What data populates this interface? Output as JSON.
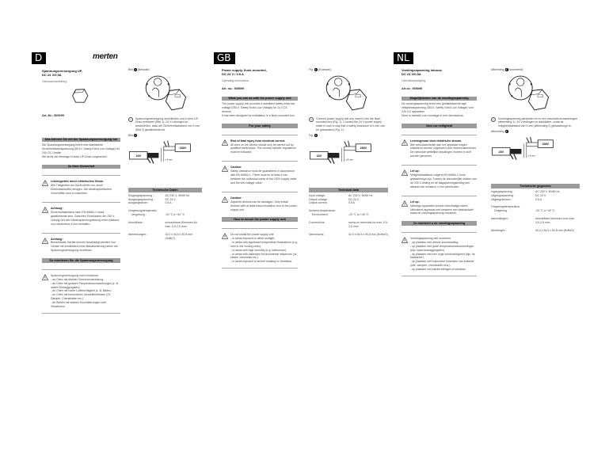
{
  "brand": {
    "logo": "merten"
  },
  "colors": {
    "header_bar": "#9c9c9c",
    "badge": "#000000",
    "rule": "#aaaaaa"
  },
  "panels": [
    {
      "lang": "D",
      "title": [
        "Spannungsversorgung UP,",
        "DC 24 V/0,5A"
      ],
      "subtitle": "Gebrauchsanleitung",
      "art_no": "Art.-Nr.: 505099",
      "blocks": [
        {
          "type": "header",
          "text": "Das können Sie mit der Spannungsversorgung tun"
        },
        {
          "type": "para",
          "text": "Die Spannungsversorgung liefert eine stabilisierte Sicherheitskleinspannung (SELV: Safety Extra Low Voltage) für 24V DC Geräte."
        },
        {
          "type": "para",
          "text": "Sie ist für die Montage in einer UP-Dose vorgesehen."
        },
        {
          "type": "header",
          "text": "Zu Ihrer Sicherheit"
        },
        {
          "type": "warn",
          "bold": "Lebensgefahr durch elektrischen Strom.",
          "text": "Alle Tätigkeiten am Gerät dürfen nur durch Elektrofachkräfte erfolgen. Die länderspezifischen Vorschriften sind zu beachten."
        },
        {
          "type": "warn",
          "bold": "Achtung :",
          "text": "Sicherheitsabstand nach EN 60664-1 muss gewährleistet sein. Zwischen Einzeladern der 230 V-Leitung und der Niederspannungsleitung einen Abstand von mindestens 4 mm einhalten."
        },
        {
          "type": "warn",
          "bold": "Achtung :",
          "text": "Benachbarte Geräte können beschädigt werden! Nur Geräte mit mindestens einer Basisisolierung neben die Spannungsversorgung montieren."
        },
        {
          "type": "header",
          "text": "So montieren Sie die Spannungsversorgung"
        },
        {
          "type": "warn",
          "last": true,
          "bold": "",
          "text": "Spannungsversorgung nicht montieren:",
          "list": [
            "- an Orten mit direkter Sonneneinstrahlung.",
            "- an Orten mit grossen Temperaturschwankungen (z. B. neben Kühlaggregaten).",
            "- an Orten mit hoher Luftfeuchtigkeit (z. B. Bäder).",
            "- an Orten mit besonderen Umwelteinflüssen (Öl, Dämpfe, Chemikalien etc.).",
            "- an Stellen mit starken Erschütterungen oder Vibrationen."
          ]
        }
      ],
      "fig1": {
        "pre": "Bild",
        "num": "1",
        "post": "(Beispiel) :"
      },
      "step": {
        "num": "1",
        "text": "Spannungsversorgung anschließen und in eine UP-Dose einsetzen (Bild 1). 24 V-Leitungen so anschließen, dass der Sicherheitsabstand von 4 mm (Bild 2) gewährleistet ist."
      },
      "fig2": {
        "pre": "Bild",
        "num": "2",
        "post": ":"
      },
      "wiring": {
        "high": "230V",
        "low": "24V",
        "gap": "≥ 4 mm"
      },
      "tech_header": "Technische Daten",
      "tech": [
        [
          "Eingangsspannung :",
          "AC 230 V, 50/60 Hz"
        ],
        [
          "Ausgangsspannung :",
          "DC 24 V"
        ],
        [
          "Ausgangsstrom :",
          "0,5 A"
        ],
        [
          "Umgebungstemperatur",
          ""
        ],
        [
          "    Umgebung :",
          "-20 °C à +40 °C"
        ],
        [
          "Anschlüsse :",
          "schraubbare Klemmen für max. 0,5-2,5 mm²"
        ],
        [
          "Abmessungen :",
          "32,0 x 54,5 x 50,8 mm (HxBxT)"
        ]
      ]
    },
    {
      "lang": "GB",
      "title": [
        "Power supply, flush-mounted,",
        "DC 24 V / 0.5 A"
      ],
      "subtitle": "Operating instructions",
      "art_no": "Art. no.: 505099",
      "blocks": [
        {
          "type": "header",
          "text": "What you can do with the power supply unit"
        },
        {
          "type": "para",
          "text": "The power supply unit provides a stabilised safety extra low voltage (SELV: Safety Extra Low Voltage) for 24 V DC devices."
        },
        {
          "type": "para",
          "text": "It has been designed for installation in a flush-mounted box."
        },
        {
          "type": "header",
          "text": "For your safety"
        },
        {
          "type": "warn",
          "bold": "Risk of fatal injury from electrical current.",
          "text": "All work on the device should only be carried out by qualified electricians. The country-specific regulations must be followed."
        },
        {
          "type": "warn",
          "bold": "Caution:",
          "text": "Safety clearance must be guaranteed in accordance with EN 60664-1. There must be at least 4 mm between the individual cores of the 230V supply cable and the low-voltage cable."
        },
        {
          "type": "warn",
          "bold": "Caution:",
          "text": "Adjacent devices can be damaged. Only install devices with at least basic insulation next to the power supply unit."
        },
        {
          "type": "header",
          "text": "How to mount the power supply unit"
        },
        {
          "type": "warn",
          "last": true,
          "bold": "",
          "text": "Do not install the power supply unit:",
          "list": [
            "- in areas exposed to direct sunlight.",
            "- in areas with significant temperature fluctuations (e.g. next to the cooling units).",
            "- in areas with high humidity (e.g. bathrooms).",
            "- in areas with distinctive environmental influences (oil, steam, chemicals etc.).",
            "- in areas exposed to severe shaking or vibrations."
          ]
        }
      ],
      "fig1": {
        "pre": "Fig.",
        "num": "1",
        "post": "(Example):"
      },
      "step": {
        "num": "1",
        "text": "Connect power supply unit and insert it into the flush-mounted box (Fig. 1). Connect the 24 V power supply cable in such a way that a safety clearance of 4 mm can be guaranteed (Fig. 2)."
      },
      "fig2": {
        "pre": "Fig.",
        "num": "2",
        "post": ""
      },
      "wiring": {
        "high": "230V",
        "low": "24V",
        "gap": "≥ 4 mm"
      },
      "tech_header": "Technical data",
      "tech": [
        [
          "Input voltage:",
          "AC 230 V, 50/60 Hz"
        ],
        [
          "Output voltage:",
          "DC 24 V"
        ],
        [
          "Output current:",
          "0.5 A"
        ],
        [
          "Ambient temperature:",
          ""
        ],
        [
          "    Environment:",
          "-20 °C to +40 °C"
        ],
        [
          "Connections:",
          "screw-on terminals for max. 0.5-2.5 mm²"
        ],
        [
          "Dimensions:",
          "32.0 x 54.5 x 50.8 mm (HxWxD)"
        ]
      ]
    },
    {
      "lang": "NL",
      "title": [
        "Voedingsspanning inbouw,",
        "DC 24 V/0,5A"
      ],
      "subtitle": "Gebruiksaanwijzing",
      "art_no": "Art.nr.: 505099",
      "blocks": [
        {
          "type": "header",
          "text": "Mogelijkheden van de voedingsspanning"
        },
        {
          "type": "para",
          "text": "De voedingsspanning levert een gestabiliseerde lage veiligheidsspanning (SELV: Safety Extra Low Voltage) voor 24V DC apparaten."
        },
        {
          "type": "para",
          "text": "Deze is bedoeld voor montage in een inbouwdoos."
        },
        {
          "type": "header",
          "text": "Voor uw veiligheid"
        },
        {
          "type": "warn",
          "bold": "Levensgevaar door elektrische stroom.",
          "text": "Alle werkzaamheden aan het apparaat mogen uitsluitend worden uitgevoerd door elektrovakmensen. De nationale wettelijke bepalingen moeten in acht worden genomen."
        },
        {
          "type": "warn",
          "bold": "Let op:",
          "text": "Veiligheidsafstand volgens EN 60664-1 moet gewaarborgd zijn. Tussen de afzonderlijke draden van de 230 V-leiding en de laagspanningsleiding een afstand van minstens 4 mm aanhouden."
        },
        {
          "type": "warn",
          "bold": "Let op:",
          "text": "Naburige apparaten kunnen beschadigd raken! Uitsluitend apparaat met minstens een basisisolatie naast de voedingsspanning monteren."
        },
        {
          "type": "header",
          "text": "Zo monteert u de voedingsspanning"
        },
        {
          "type": "warn",
          "last": true,
          "bold": "",
          "text": "Voedingsspanning niet monteren:",
          "list": [
            "- op plaatsen met directe zonnestraling.",
            "- op plaatsen met grote temperatuurschommelingen (bijv. naast koelaggregaten).",
            "- op plaatsen met een hoge luchtvochtigheid (bijv. de badkamer).",
            "- op plaatsen met bijzondere invloeden van buitenaf (olie, dampen, chemicaliën enz.).",
            "- op plaatsen met sterke trillingen of vibraties."
          ]
        }
      ],
      "fig1": {
        "pre": "Afbeelding",
        "num": "1",
        "post": "(voorbeeld) :"
      },
      "step": {
        "num": "1",
        "text": "Voedingsspanning aansluiten en in een inbouwdoos aanbrengen (afbeelding 1). 24 V-leidingen zo aansluiten, zodat de veiligheidsafstand van 4 mm (afbeelding 2) gewaarborgd is."
      },
      "fig2": {
        "pre": "Afbeelding",
        "num": "2",
        "post": ":"
      },
      "wiring": {
        "high": "230V",
        "low": "24V",
        "gap": "≥ 4 mm"
      },
      "tech_header": "Technische gegevens",
      "tech": [
        [
          "Ingangsspanning :",
          "AC 230 V, 50/60 Hz"
        ],
        [
          "Uitgangsspanning :",
          "DC 24 V"
        ],
        [
          "Uitgangsstroom :",
          "0,5 A"
        ],
        [
          "Omgevingstemperatuur",
          ""
        ],
        [
          "    Omgeving :",
          "-20 °C à +40 °C"
        ],
        [
          "Aansluitingen :",
          "schroefbare klemmen voor max. 0,5-2,5 mm²"
        ],
        [
          "Afmetingen :",
          "32,0 x 54,5 x 50,8 mm (HxBxD)"
        ]
      ]
    }
  ]
}
